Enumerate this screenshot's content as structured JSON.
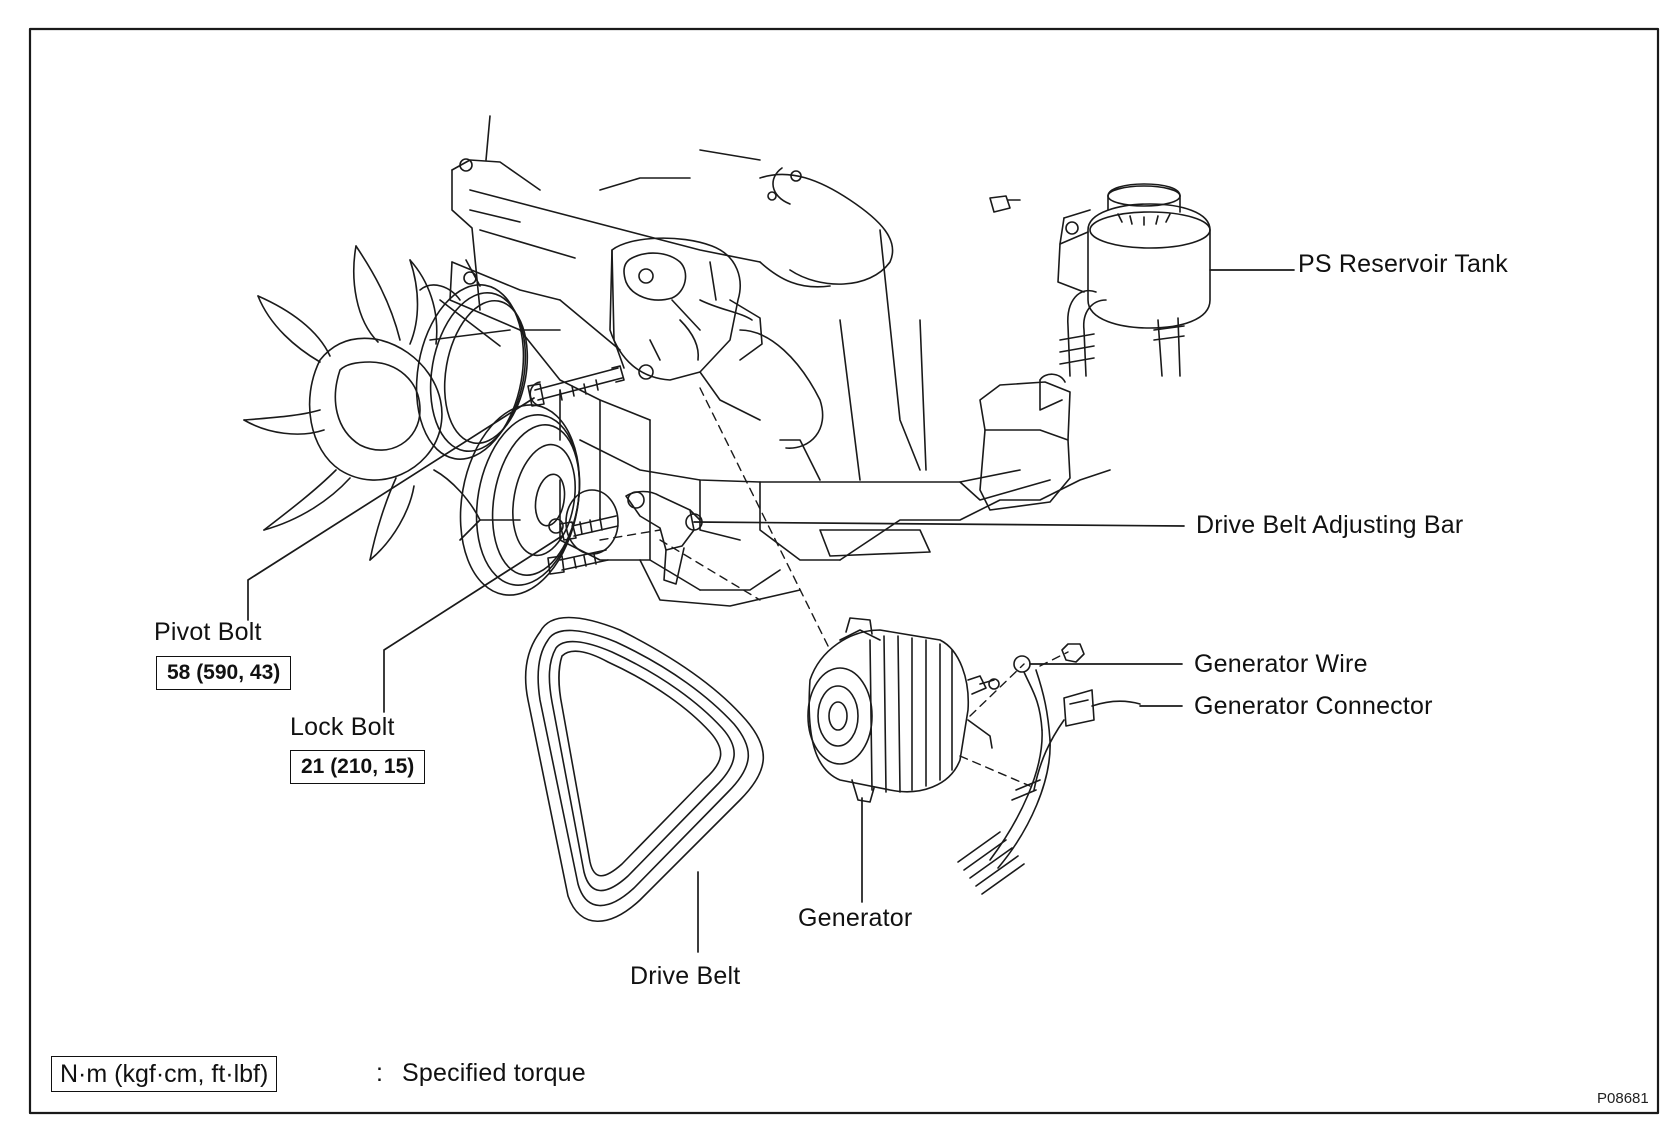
{
  "labels": {
    "ps_reservoir_tank": "PS Reservoir Tank",
    "drive_belt_adjusting_bar": "Drive Belt Adjusting Bar",
    "generator_wire": "Generator Wire",
    "generator_connector": "Generator Connector",
    "pivot_bolt": "Pivot Bolt",
    "lock_bolt": "Lock Bolt",
    "generator": "Generator",
    "drive_belt": "Drive Belt"
  },
  "torques": {
    "pivot_bolt": "58 (590, 43)",
    "lock_bolt": "21 (210, 15)"
  },
  "legend": {
    "unit": "N·m (kgf·cm, ft·lbf)",
    "separator": ":",
    "meaning": "Specified torque"
  },
  "figure_code": "P08681"
}
